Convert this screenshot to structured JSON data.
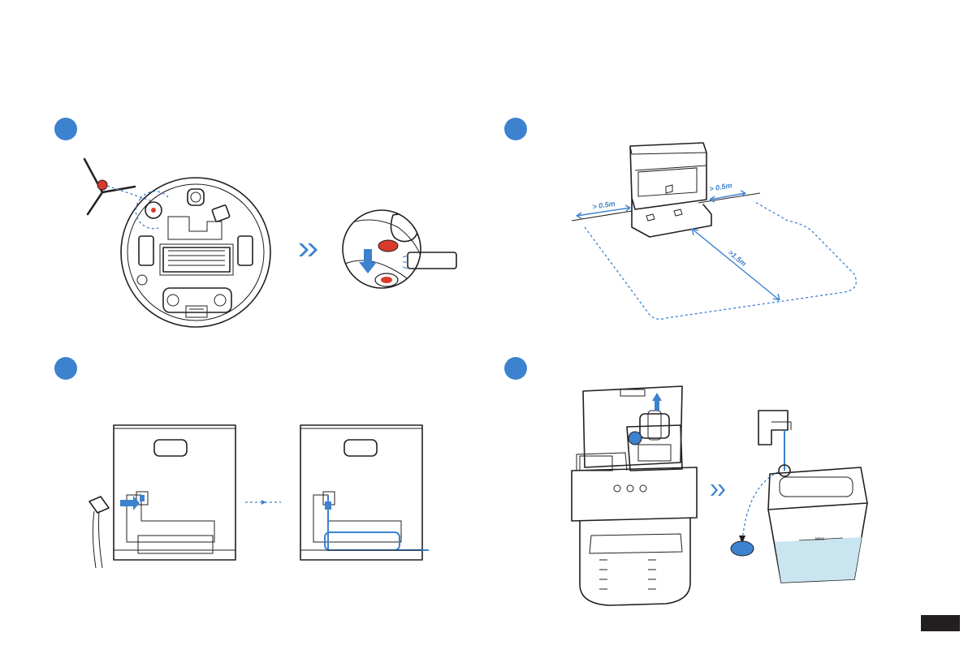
{
  "colors": {
    "accent_blue": "#3c82cf",
    "light_blue_fill": "#c9e6f0",
    "brush_red": "#d93a2b",
    "line_black": "#231f20",
    "page_tab": "#231f20"
  },
  "steps": [
    {
      "id": 1,
      "icon": "side-brush-install-icon"
    },
    {
      "id": 2,
      "icon": "dock-placement-clearance-icon"
    },
    {
      "id": 3,
      "icon": "power-cord-routing-icon"
    },
    {
      "id": 4,
      "icon": "clean-water-tank-fill-icon"
    }
  ],
  "dimensions": {
    "left_clearance": "> 0.5m",
    "right_clearance": "> 0.5m",
    "front_clearance": ">1.5m"
  },
  "tank": {
    "max_mark": "MAX"
  }
}
